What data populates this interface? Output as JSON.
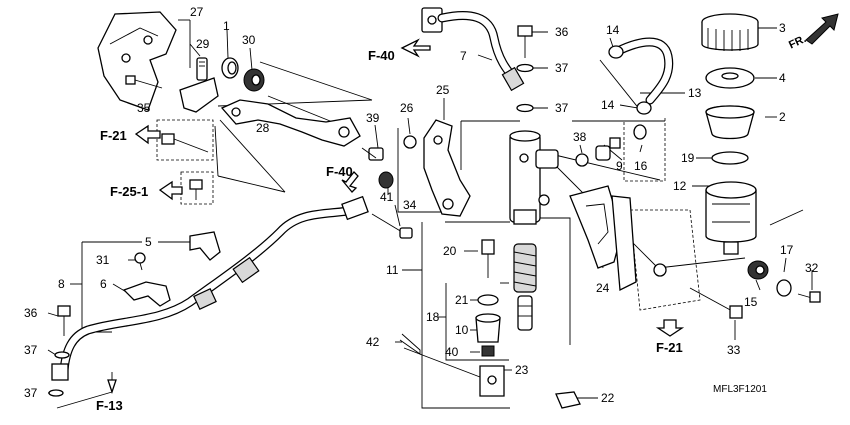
{
  "diagram_code": "MFL3F1201",
  "front_label": "FR.",
  "references": [
    "F-40",
    "F-21",
    "F-25-1",
    "F-40",
    "F-13",
    "F-21"
  ],
  "part_numbers": [
    "1",
    "2",
    "3",
    "4",
    "5",
    "6",
    "7",
    "8",
    "9",
    "10",
    "11",
    "12",
    "13",
    "14",
    "14",
    "15",
    "16",
    "17",
    "18",
    "19",
    "20",
    "21",
    "22",
    "23",
    "24",
    "25",
    "26",
    "27",
    "28",
    "29",
    "30",
    "31",
    "32",
    "33",
    "34",
    "35",
    "36",
    "36",
    "37",
    "37",
    "37",
    "37",
    "38",
    "39",
    "40",
    "41",
    "42"
  ]
}
